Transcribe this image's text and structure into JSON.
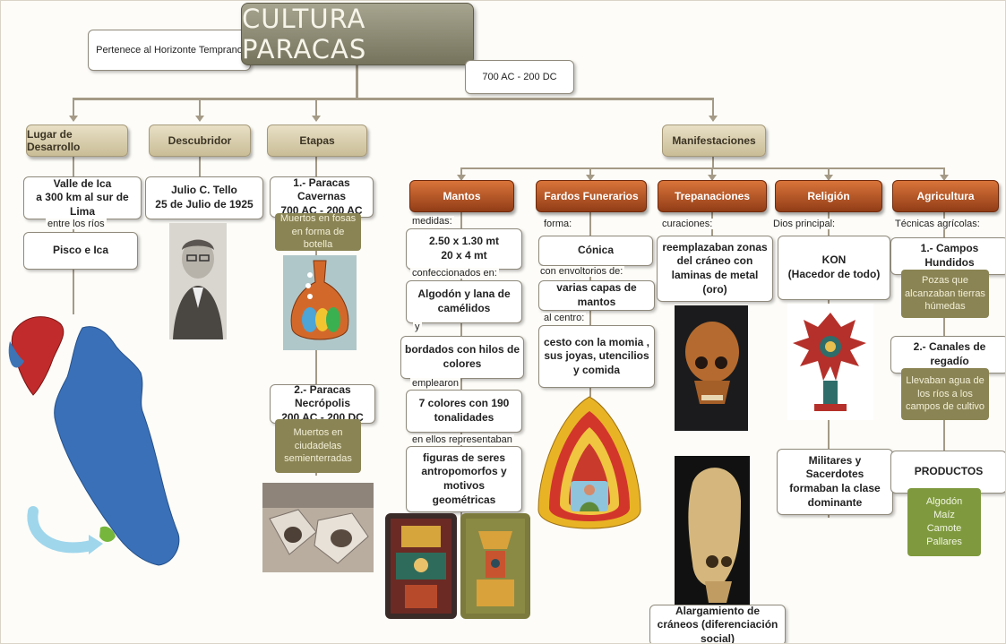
{
  "title": "CULTURA PARACAS",
  "horizonte": "Pertenece al  Horizonte Temprano",
  "fechas": "700 AC -  200 DC",
  "headers": {
    "lugar": "Lugar de Desarrollo",
    "descubridor": "Descubridor",
    "etapas": "Etapas",
    "manifestaciones": "Manifestaciones"
  },
  "lugar": {
    "valle": "Valle de Ica",
    "distancia": "a 300 km al sur de Lima",
    "entre_label": "entre los ríos",
    "rios": "Pisco e Ica"
  },
  "descubridor": {
    "nombre": "Julio  C. Tello",
    "fecha": "25 de Julio de 1925"
  },
  "etapas": {
    "cavernas_title": "1.- Paracas Cavernas",
    "cavernas_date": "700 AC - 200 AC",
    "cavernas_desc": "Muertos en fosas en forma de botella",
    "necropolis_title": "2.- Paracas Necrópolis",
    "necropolis_date": "200 AC - 200 DC",
    "necropolis_desc": "Muertos en ciudadelas semienterradas"
  },
  "mantos": {
    "header": "Mantos",
    "medidas_label": "medidas:",
    "medida_1": "2.50  x  1.30 mt",
    "medida_2": "20  x  4  mt",
    "confeccionados_label": "confeccionados en:",
    "materiales": "Algodón  y  lana de camélidos",
    "y_label": "y",
    "bordados": "bordados con hilos de colores",
    "emplearon_label": "emplearon",
    "colores": "7 colores con  190 tonalidades",
    "representaban_label": "en ellos representaban",
    "figuras": "figuras de seres antropomorfos y motivos geométricas"
  },
  "fardos": {
    "header": "Fardos Funerarios",
    "forma_label": "forma:",
    "forma": "Cónica",
    "envoltorios_label": "con envoltorios de:",
    "capas": "varias capas de mantos",
    "centro_label": "al centro:",
    "cesto": "cesto  con la momia , sus joyas, utencilios y comida"
  },
  "trepanaciones": {
    "header": "Trepanaciones",
    "curaciones_label": "curaciones:",
    "reemplazo": "reemplazaban zonas del cráneo con laminas de metal (oro)",
    "alargamiento": "Alargamiento de cráneos (diferenciación social)"
  },
  "religion": {
    "header": "Religión",
    "dios_label": "Dios principal:",
    "kon_1": "KON",
    "kon_2": "(Hacedor de todo)",
    "clase": "Militares y Sacerdotes formaban la clase dominante"
  },
  "agricultura": {
    "header": "Agricultura",
    "tecnicas_label": "Técnicas agrícolas:",
    "campos": "1.-  Campos Hundidos",
    "pozas": "Pozas que alcanzaban tierras húmedas",
    "canales": "2.-  Canales de regadío",
    "canales_desc": "Llevaban agua de los ríos a los campos de cultivo",
    "productos_label": "PRODUCTOS",
    "productos": [
      "Algodón",
      "Maíz",
      "Camote",
      "Pallares"
    ]
  },
  "colors": {
    "title": "#76735d",
    "manifest_header": "#923d17",
    "tan_header": "#c9bd96",
    "olive": "#8a8454",
    "green": "#7f9a3e"
  }
}
